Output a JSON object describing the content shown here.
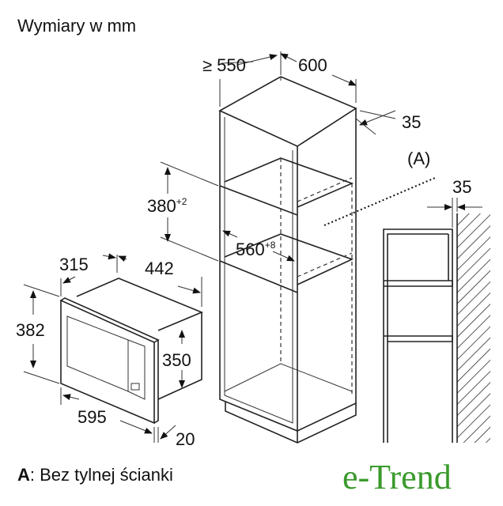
{
  "title": "Wymiary w mm",
  "note": {
    "key": "A",
    "text": ": Bez tylnej ścianki"
  },
  "callout": "(A)",
  "dimensions": {
    "cabinet_depth": "≥ 550",
    "cabinet_width": "600",
    "cabinet_side_offset": "35",
    "niche_height": "380",
    "niche_height_tol": "+2",
    "niche_width": "560",
    "niche_width_tol": "+8",
    "wall_gap": "35",
    "mw_depth": "315",
    "mw_body_width": "442",
    "mw_height": "382",
    "mw_body_height": "350",
    "mw_width": "595",
    "mw_frame": "20"
  },
  "logo": "e-Trend",
  "colors": {
    "logo": "#3a9a2c",
    "ink": "#111111"
  }
}
